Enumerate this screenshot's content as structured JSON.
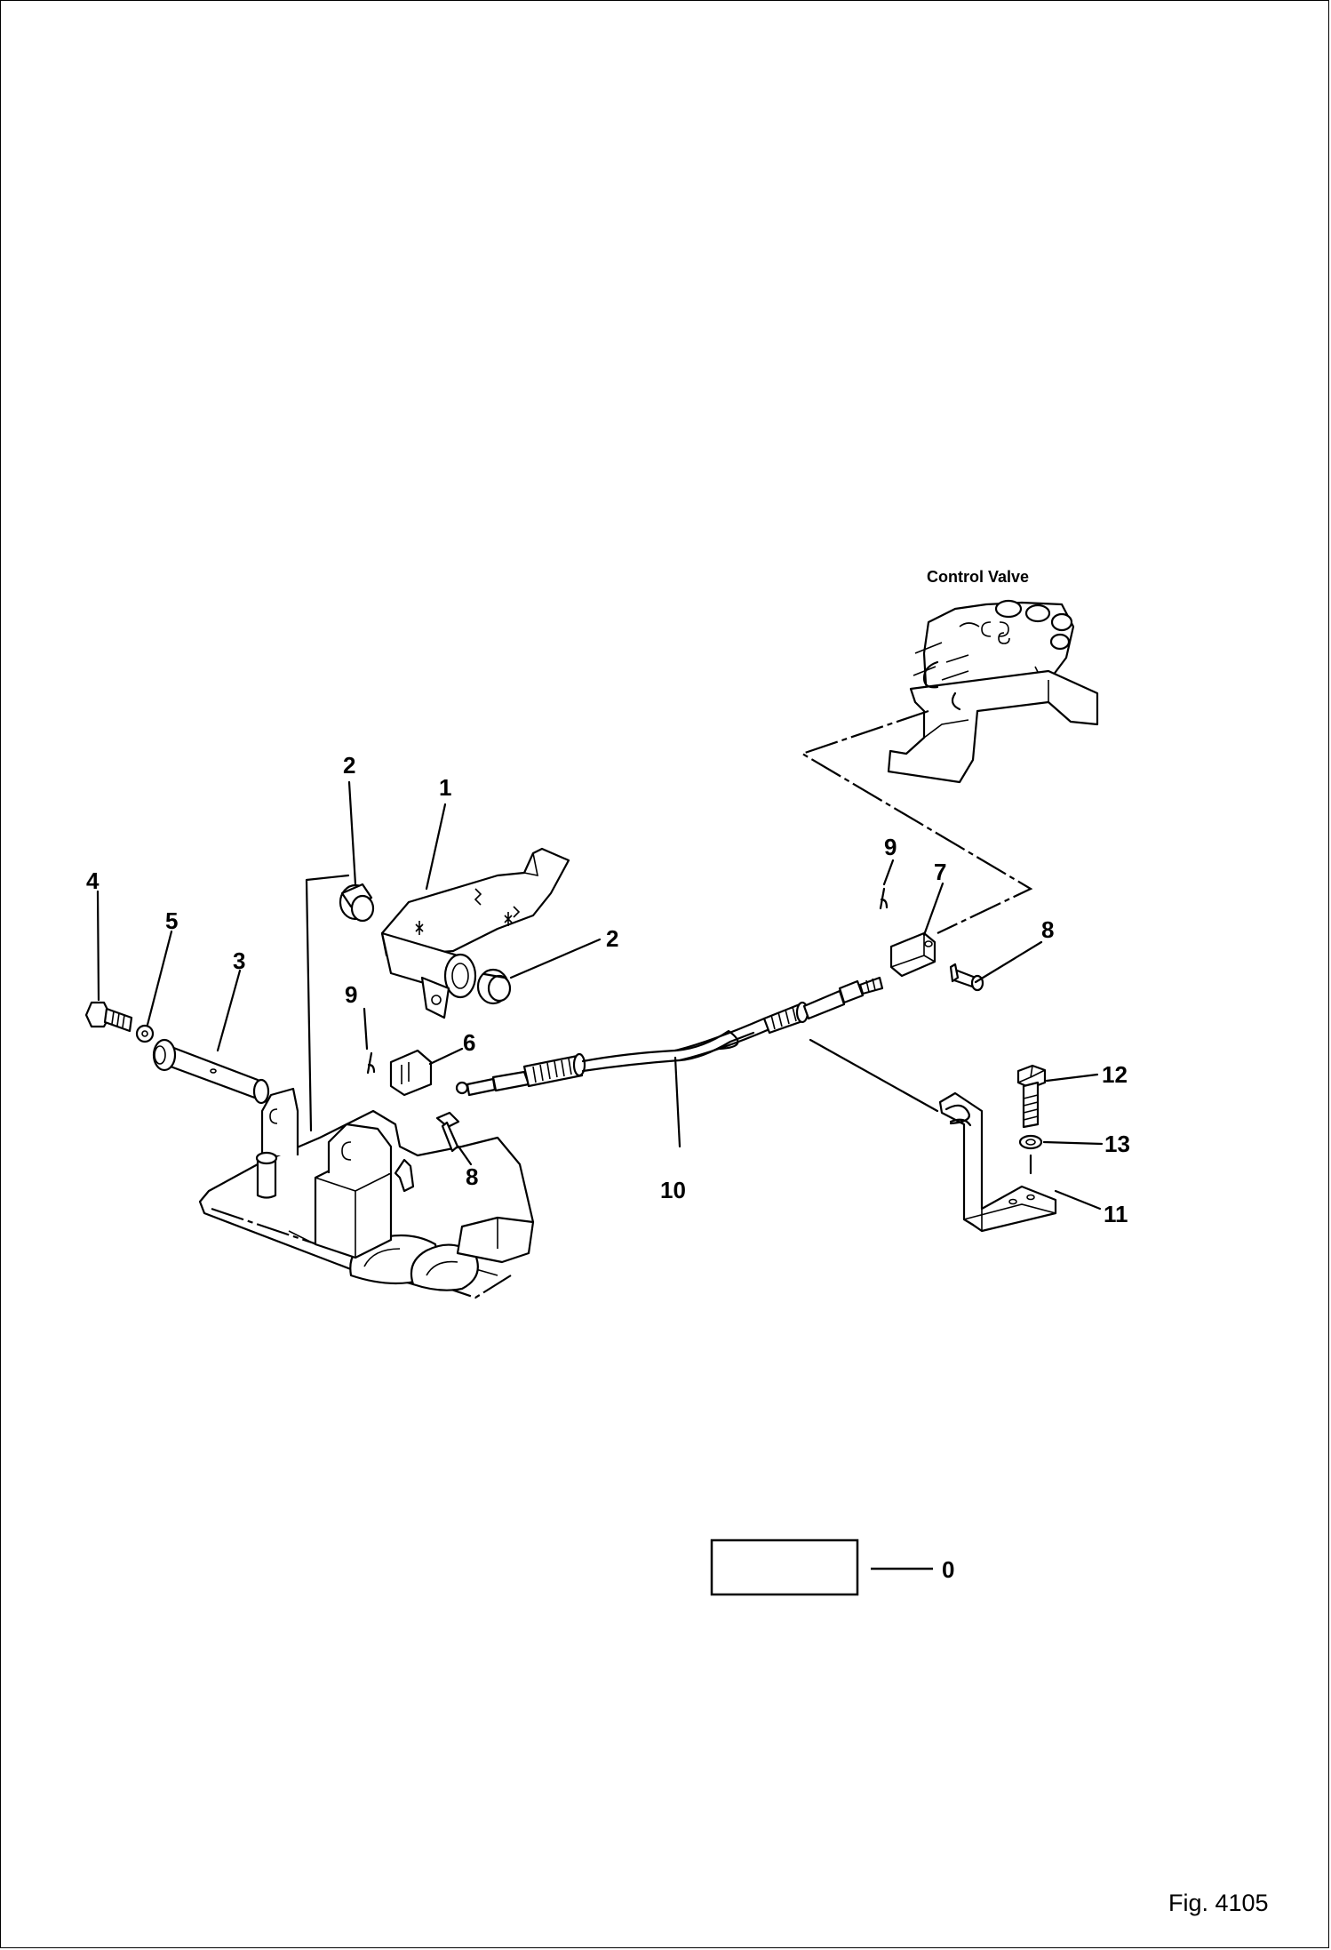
{
  "diagram": {
    "callouts": [
      {
        "id": "c1",
        "text": "1"
      },
      {
        "id": "c2a",
        "text": "2"
      },
      {
        "id": "c2b",
        "text": "2"
      },
      {
        "id": "c3",
        "text": "3"
      },
      {
        "id": "c4",
        "text": "4"
      },
      {
        "id": "c5",
        "text": "5"
      },
      {
        "id": "c6",
        "text": "6"
      },
      {
        "id": "c7",
        "text": "7"
      },
      {
        "id": "c8a",
        "text": "8"
      },
      {
        "id": "c8b",
        "text": "8"
      },
      {
        "id": "c9a",
        "text": "9"
      },
      {
        "id": "c9b",
        "text": "9"
      },
      {
        "id": "c10",
        "text": "10"
      },
      {
        "id": "c11",
        "text": "11"
      },
      {
        "id": "c12",
        "text": "12"
      },
      {
        "id": "c13",
        "text": "13"
      }
    ],
    "control_valve_label": "Control Valve",
    "assembly_callout": "0",
    "figure_number": "Fig. 4105"
  }
}
